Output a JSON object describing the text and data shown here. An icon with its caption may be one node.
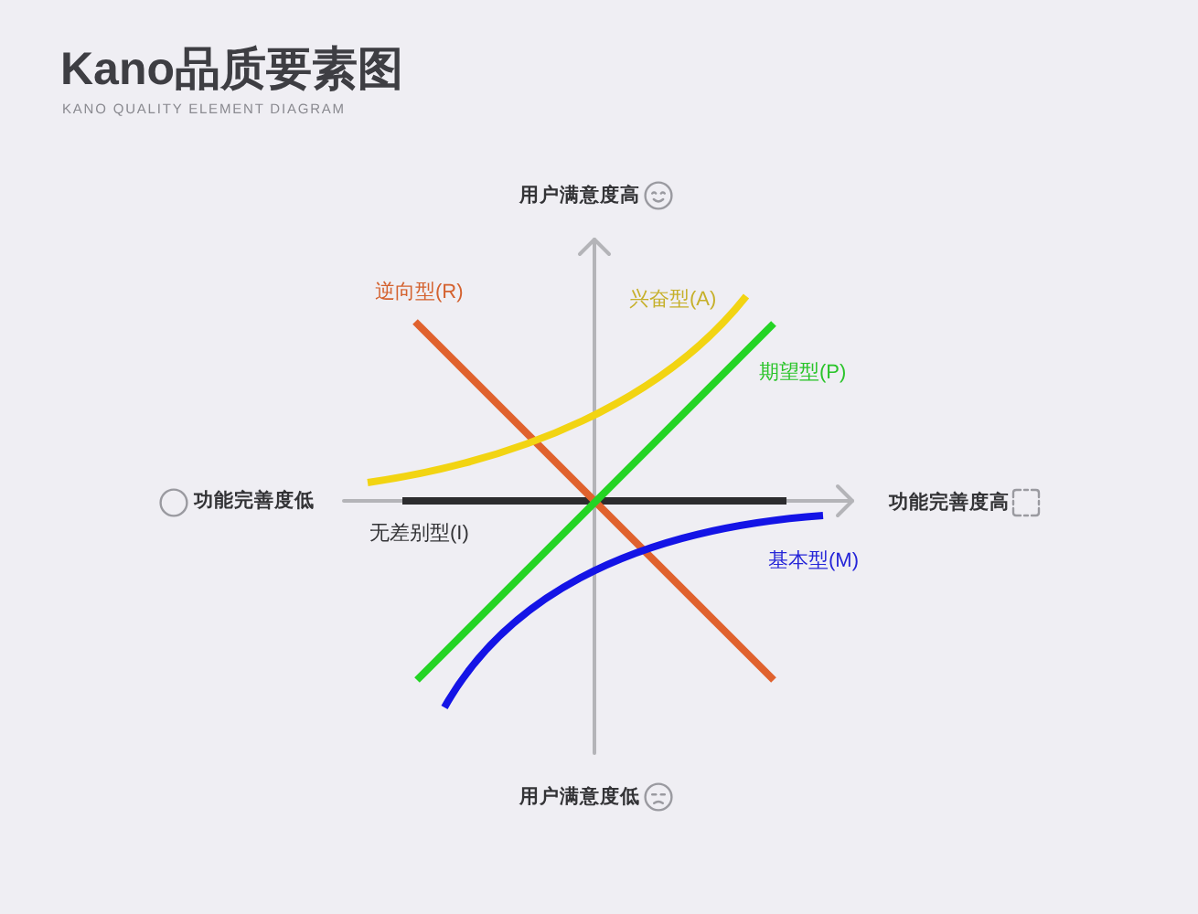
{
  "diagram": {
    "title": "Kano品质要素图",
    "labels": [
      "KANO QUALITY ELEMENT DIAGRAM",
      "用户满意度高",
      "逆向型(R)",
      "兴奋型(A)",
      "期望型(P)",
      "功能完善度低",
      "功能完善度高",
      "无差别型(I)",
      "基本型(M)",
      "用户满意度低"
    ]
  }
}
